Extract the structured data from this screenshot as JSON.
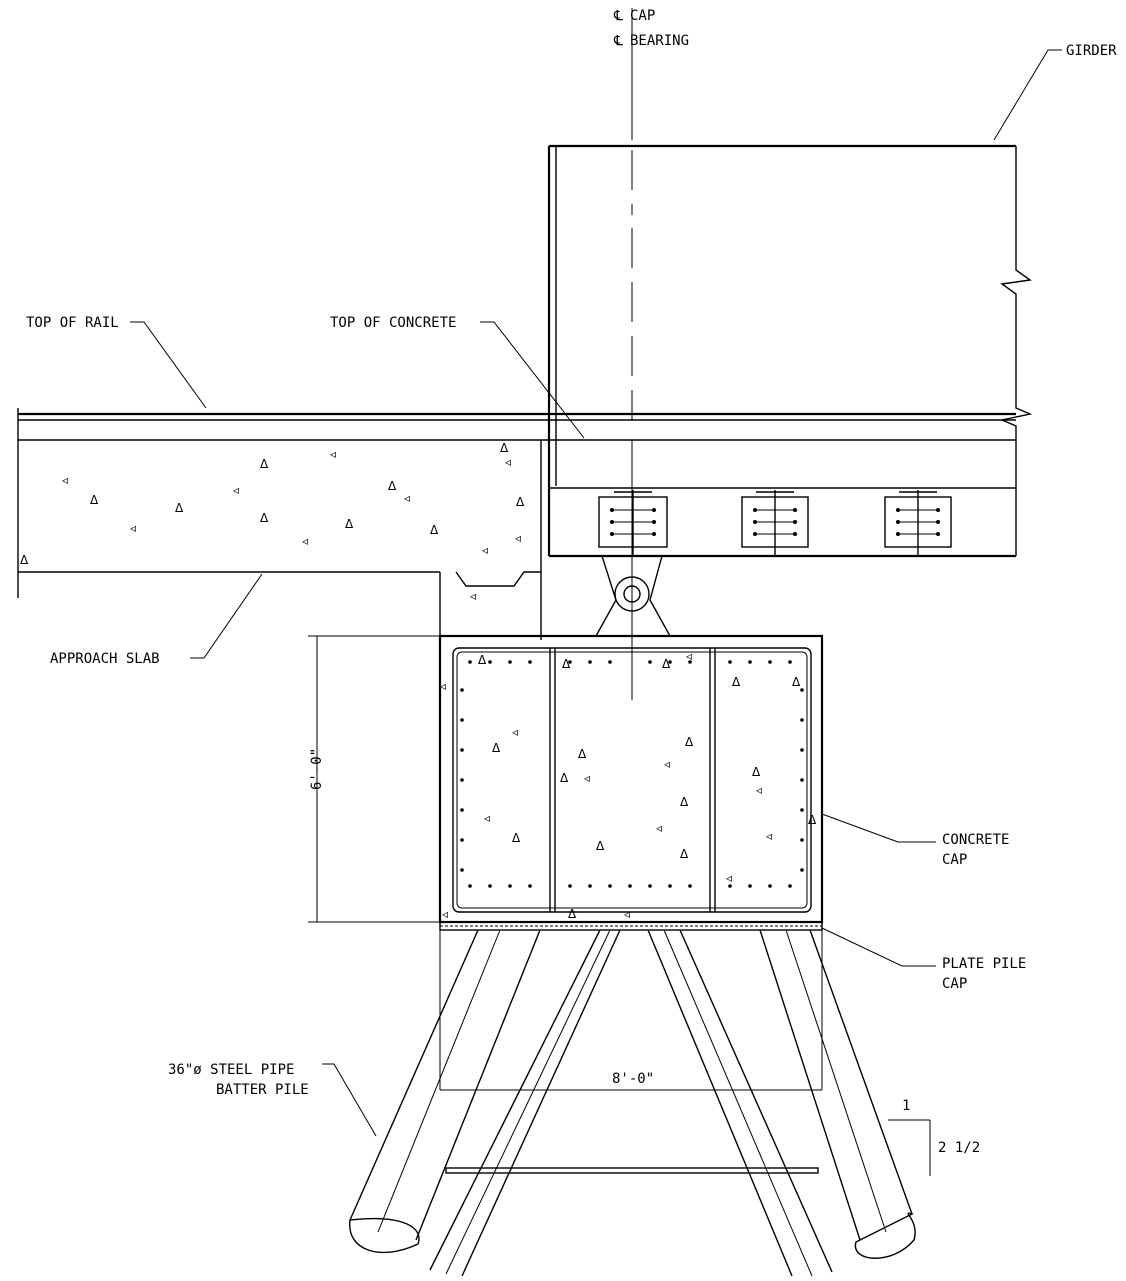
{
  "labels": {
    "cl_cap": "CAP",
    "cl_bearing": "BEARING",
    "girder": "GIRDER",
    "top_of_rail": "TOP OF RAIL",
    "top_of_concrete": "TOP OF CONCRETE",
    "approach_slab": "APPROACH SLAB",
    "concrete_cap_1": "CONCRETE",
    "concrete_cap_2": "CAP",
    "plate_pile_cap_1": "PLATE PILE",
    "plate_pile_cap_2": "CAP",
    "pile_1": "36\"ø STEEL PIPE",
    "pile_2": "BATTER PILE"
  },
  "dimensions": {
    "cap_height": "6'-0\"",
    "cap_width": "8'-0\"",
    "batter_rise": "1",
    "batter_run": "2 1/2"
  },
  "colors": {
    "line": "#000000",
    "background": "#ffffff"
  }
}
